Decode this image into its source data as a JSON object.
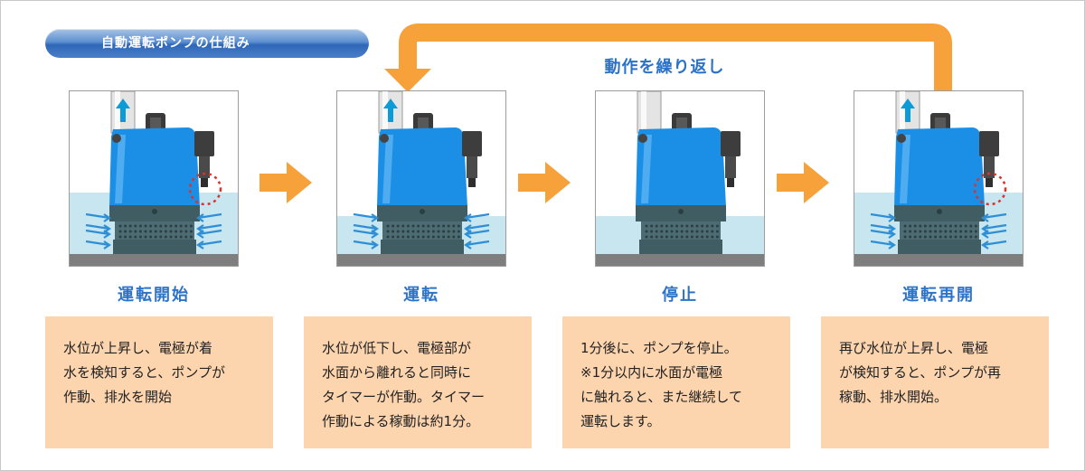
{
  "header": {
    "title": "自動運転ポンプの仕組み"
  },
  "loop": {
    "label": "動作を繰り返し",
    "color": "#f7a13a"
  },
  "colors": {
    "pump_body": "#1b8ee6",
    "water": "#c7e6ef",
    "step_label": "#2d74c9",
    "desc_bg": "#fcd4ae",
    "flow_arrow": "#f7a13a",
    "indicator_arrow": "#0b9bd6"
  },
  "steps": [
    {
      "label": "運転開始",
      "desc": [
        "水位が上昇し、電極が着",
        "水を検知すると、ポンプが",
        "作動、排水を開始"
      ],
      "water": "high",
      "discharge": true,
      "sensor_highlight": true,
      "intake_arrows": true
    },
    {
      "label": "運転",
      "desc": [
        "水位が低下し、電極部が",
        "水面から離れると同時に",
        "タイマーが作動。タイマー",
        "作動による稼動は約1分。"
      ],
      "water": "low",
      "discharge": true,
      "sensor_highlight": false,
      "intake_arrows": true
    },
    {
      "label": "停止",
      "desc": [
        "1分後に、ポンプを停止。",
        "※1分以内に水面が電極",
        "に触れると、また継続して",
        "運転します。"
      ],
      "water": "low",
      "discharge": false,
      "sensor_highlight": false,
      "intake_arrows": false
    },
    {
      "label": "運転再開",
      "desc": [
        "再び水位が上昇し、電極",
        "が検知すると、ポンプが再",
        "稼動、排水開始。"
      ],
      "water": "high",
      "discharge": true,
      "sensor_highlight": true,
      "intake_arrows": true
    }
  ]
}
